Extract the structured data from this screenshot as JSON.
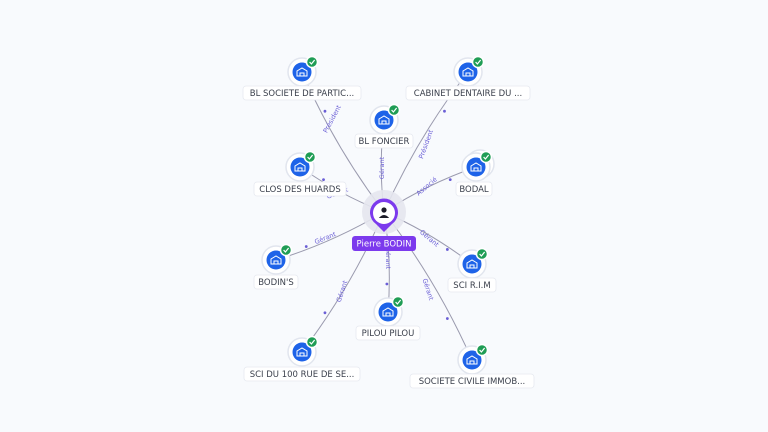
{
  "center": {
    "name": "Pierre BODIN",
    "icon": "person-icon",
    "accent": "#7c3aed"
  },
  "colors": {
    "company": "#1e63e8",
    "verified": "#1f9d55",
    "relation_text": "#6b5fd6"
  },
  "companies": [
    {
      "id": "bl-societe",
      "label": "BL SOCIETE DE PARTIC...",
      "relation": "Président"
    },
    {
      "id": "bl-foncier",
      "label": "BL FONCIER",
      "relation": "Gérant"
    },
    {
      "id": "cabinet",
      "label": "CABINET DENTAIRE DU ...",
      "relation": "Président"
    },
    {
      "id": "clos-huards",
      "label": "CLOS DES HUARDS",
      "relation": "Gérant"
    },
    {
      "id": "bodal",
      "label": "BODAL",
      "relation": "Associé"
    },
    {
      "id": "bodins",
      "label": "BODIN'S",
      "relation": "Gérant"
    },
    {
      "id": "sci-rim",
      "label": "SCI R.I.M",
      "relation": "Gérant"
    },
    {
      "id": "pilou",
      "label": "PILOU PILOU",
      "relation": "Gérant"
    },
    {
      "id": "sci-100",
      "label": "SCI DU 100 RUE DE SE...",
      "relation": "Gérant"
    },
    {
      "id": "societe-civile",
      "label": "SOCIETE CIVILE IMMOB...",
      "relation": "Gérant"
    }
  ]
}
